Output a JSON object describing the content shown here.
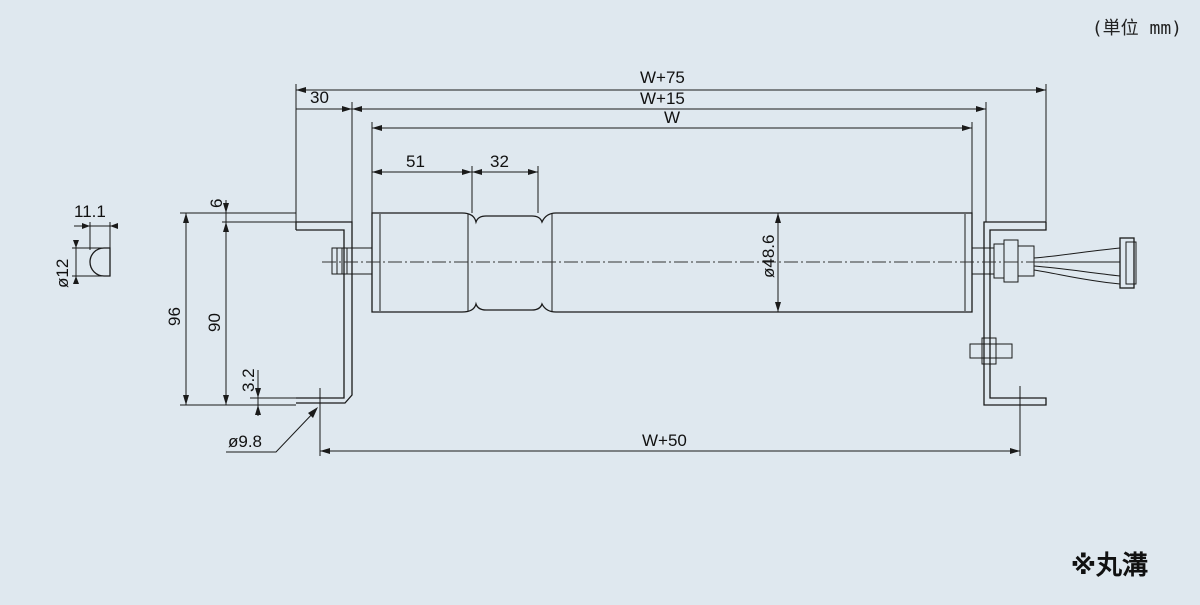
{
  "unit_note": "(単位 mm)",
  "legend_note": "※丸溝",
  "dimensions": {
    "overall_frame": "W+75",
    "between_frames": "W+15",
    "roller_width": "W",
    "frame_offset": "30",
    "groove_offset": "51",
    "groove_pitch": "32",
    "roller_diameter": "ø48.6",
    "mount_pitch": "W+50",
    "shaft_flat": "11.1",
    "shaft_diameter": "ø12",
    "top_offset": "6",
    "total_height": "96",
    "axis_height": "90",
    "thickness": "3.2",
    "hole_diameter": "ø9.8"
  },
  "colors": {
    "background": "#dfe8ef",
    "roller_light": "#fbfcfd",
    "roller_shade": "#c9d2d9"
  }
}
